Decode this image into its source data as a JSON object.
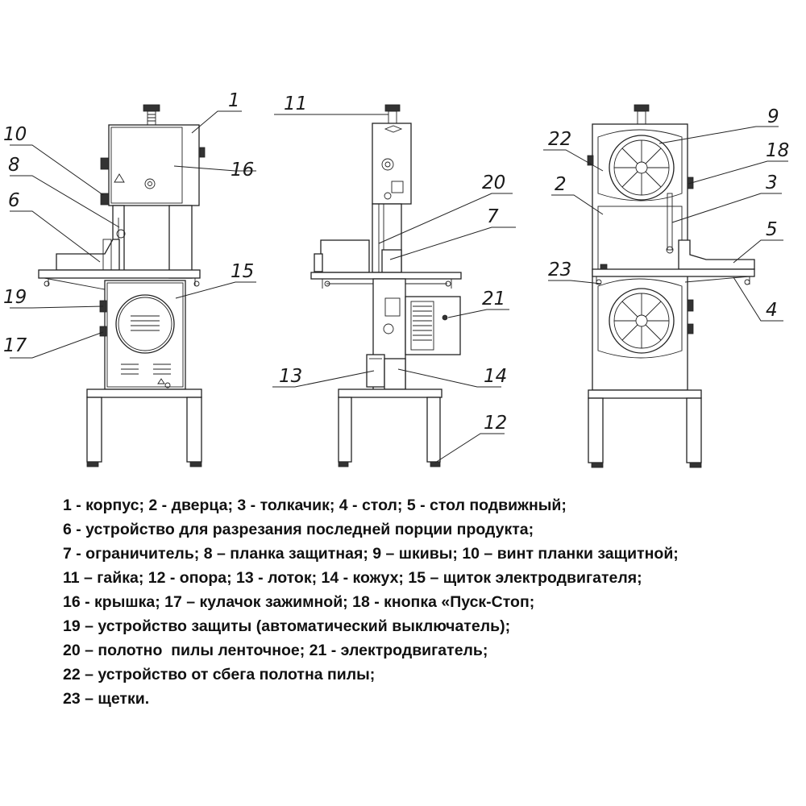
{
  "callouts": [
    "1",
    "2",
    "3",
    "4",
    "5",
    "6",
    "7",
    "8",
    "9",
    "10",
    "11",
    "12",
    "13",
    "14",
    "15",
    "16",
    "17",
    "18",
    "19",
    "20",
    "21",
    "22",
    "23"
  ],
  "legend": [
    "1 - корпус; 2 - дверца; 3 - толкачик; 4 - стол; 5 - стол подвижный;",
    "6 - устройство для разрезания последней порции продукта;",
    "7 - ограничитель; 8 – планка защитная; 9 – шкивы; 10 – винт планки защитной;",
    "11 – гайка; 12 - опора; 13 - лоток; 14 - кожух; 15 – щиток электродвигателя;",
    "16 - крышка; 17 – кулачок зажимной; 18 - кнопка «Пуск-Стоп;",
    "19 – устройство защиты (автоматический выключатель);",
    "20 – полотно  пилы ленточное; 21 - электродвигатель;",
    "22 – устройство от сбега полотна пилы;",
    "23 – щетки."
  ]
}
